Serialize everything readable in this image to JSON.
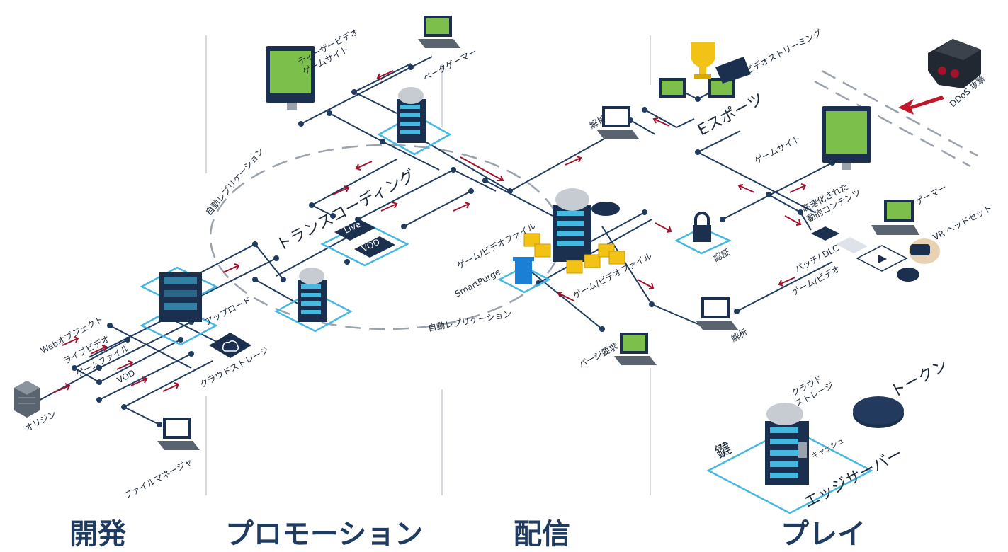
{
  "phases": {
    "dev": "開発",
    "promo": "プロモーション",
    "dist": "配信",
    "play": "プレイ"
  },
  "labels": {
    "origin": "オリジン",
    "web_objects": "Webオブジェクト",
    "live_video": "ライブビデオ",
    "game_file": "ゲームファイル",
    "vod": "VOD",
    "cloud_storage": "クラウドストレージ",
    "file_manager": "ファイルマネージャ",
    "upload": "アップロード",
    "auto_replication_left": "自動レプリケーション",
    "transcoding": "トランスコーディング",
    "live_badge": "Live",
    "vod_badge": "VOD",
    "teaser": "ティーザービデオ",
    "game_site_top": "ゲームサイト",
    "beta_gamer": "ベータゲーマー",
    "analytics_top": "解析",
    "game_video_file_top": "ゲーム/ビデオファイル",
    "smartpurge": "SmartPurge",
    "game_video_file_mid": "ゲーム/ビデオファイル",
    "auto_replication_bottom": "自動レプリケーション",
    "purge_request": "パージ要求",
    "video_streaming": "ビデオストリーミング",
    "esports": "Eスポーツ",
    "ddos": "DDoS 攻撃",
    "game_site_right": "ゲームサイト",
    "accelerated_1": "高速化された",
    "accelerated_2": "動的コンテンツ",
    "gamer": "ゲーマー",
    "vr_headset": "VR ヘッドセット",
    "auth": "認証",
    "patch_dlc": "パッチ/ DLC",
    "game_video": "ゲーム/ビデオ",
    "analytics_bottom": "解析"
  },
  "legend": {
    "cloud_storage_1": "クラウド",
    "cloud_storage_2": "ストレージ",
    "token": "トークン",
    "key": "鍵",
    "cache": "キャッシュ",
    "edge_server": "エッジサーバー"
  },
  "colors": {
    "navy": "#1f3b60",
    "arrow_red": "#a3122d",
    "pad_blue": "#44b8e0",
    "screen_green": "#7cc04b",
    "folder_yellow": "#f2c316"
  }
}
